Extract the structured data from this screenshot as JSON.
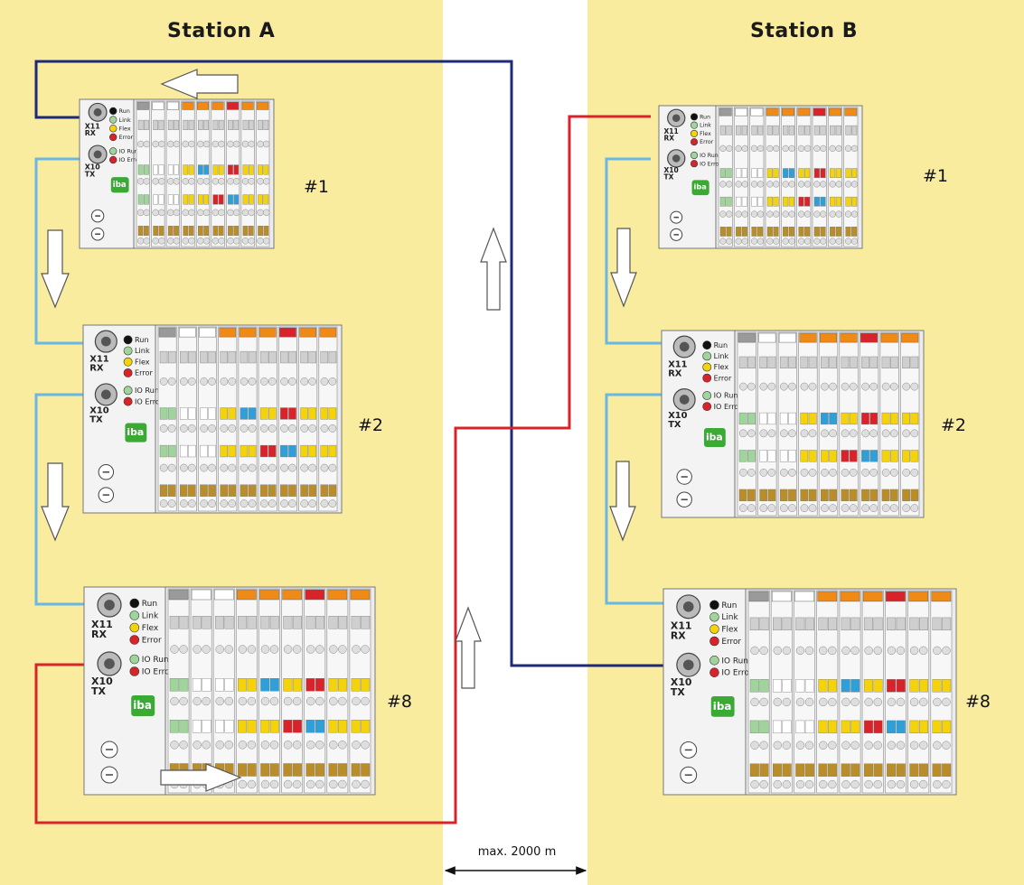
{
  "stations": [
    {
      "id": "a",
      "title": "Station A",
      "nodes": [
        {
          "label": "#1"
        },
        {
          "label": "#2"
        },
        {
          "label": "#8"
        }
      ]
    },
    {
      "id": "b",
      "title": "Station B",
      "nodes": [
        {
          "label": "#1"
        },
        {
          "label": "#2"
        },
        {
          "label": "#8"
        }
      ]
    }
  ],
  "distance_label": "max. 2000 m",
  "module": {
    "ports": {
      "rx": "X11\nRX",
      "tx": "X10\nTX"
    },
    "leds": [
      "Run",
      "Link",
      "Flex",
      "Error",
      "IO Run",
      "IO Error"
    ],
    "logo": "iba",
    "led_colors": [
      "#111111",
      "#9fd49a",
      "#f5d30a",
      "#d8232a",
      "#9fd49a",
      "#d8232a"
    ]
  },
  "colors": {
    "station_bg": "#f9ec9f",
    "cable_red": "#d8232a",
    "cable_navy": "#1e2a78",
    "cable_lightblue": "#69b8e4"
  }
}
